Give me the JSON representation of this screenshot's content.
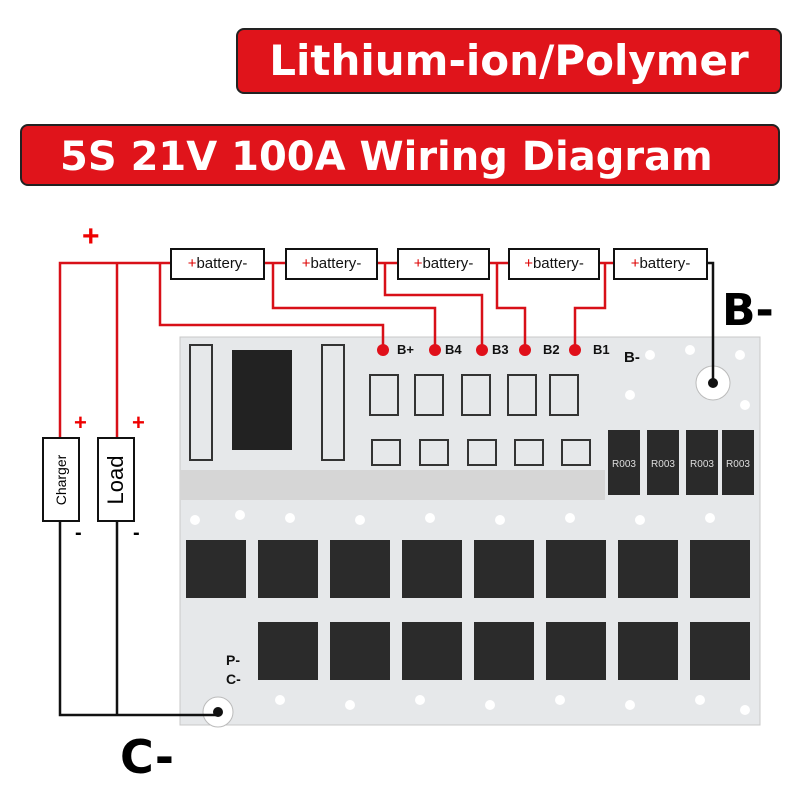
{
  "title": "Lithium-ion/Polymer",
  "subtitle": "5S 21V 100A Wiring Diagram",
  "batteries": [
    {
      "plus": "+",
      "label": "battery",
      "minus": "-"
    },
    {
      "plus": "+",
      "label": "battery",
      "minus": "-"
    },
    {
      "plus": "+",
      "label": "battery",
      "minus": "-"
    },
    {
      "plus": "+",
      "label": "battery",
      "minus": "-"
    },
    {
      "plus": "+",
      "label": "battery",
      "minus": "-"
    }
  ],
  "main_plus": "+",
  "charger": {
    "label": "Charger",
    "plus": "+",
    "minus": "-"
  },
  "load": {
    "label": "Load",
    "plus": "+",
    "minus": "-"
  },
  "board_pads": [
    "B+",
    "B4",
    "B3",
    "B2",
    "B1"
  ],
  "board_bminus": "B-",
  "board_p_minus": "P-",
  "board_c_minus": "C-",
  "terminal_b_minus": "B-",
  "terminal_c_minus": "C-",
  "resistors": [
    "R003",
    "R003",
    "R003",
    "R003"
  ],
  "colors": {
    "banner": "#e0141b",
    "wire_red": "#d81018",
    "wire_black": "#111111"
  }
}
